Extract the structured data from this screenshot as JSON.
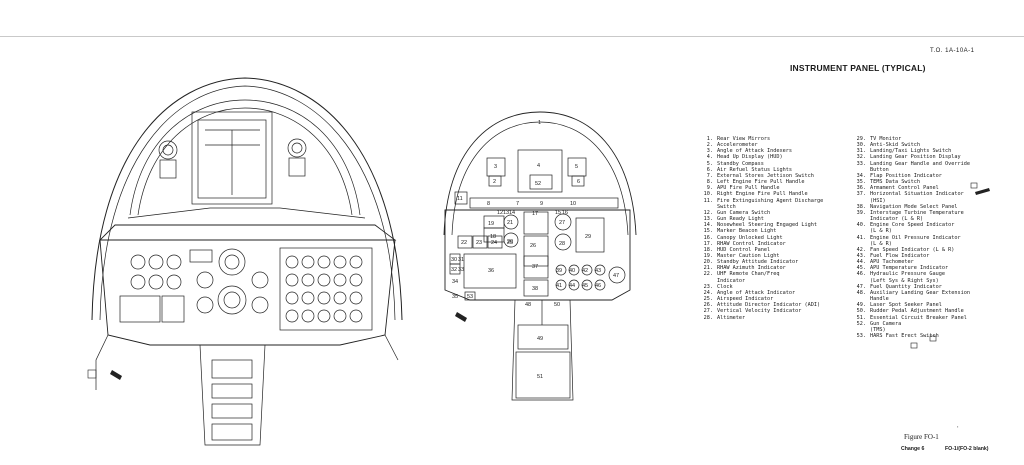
{
  "header": {
    "doc_id": "T.O. 1A-10A-1",
    "title": "INSTRUMENT PANEL (TYPICAL)"
  },
  "figure": {
    "caption": "Figure FO-1",
    "change": "Change 6",
    "page": "FO-1/(FO-2 blank)"
  },
  "legend_col1": [
    {
      "n": "1.",
      "t": "Rear View Mirrors"
    },
    {
      "n": "2.",
      "t": "Accelerometer"
    },
    {
      "n": "3.",
      "t": "Angle of Attack Indexers"
    },
    {
      "n": "4.",
      "t": "Head Up Display (HUD)"
    },
    {
      "n": "5.",
      "t": "Standby Compass"
    },
    {
      "n": "6.",
      "t": "Air Refuel Status Lights"
    },
    {
      "n": "7.",
      "t": "External Stores Jettison Switch"
    },
    {
      "n": "8.",
      "t": "Left Engine Fire Pull Handle"
    },
    {
      "n": "9.",
      "t": "APU Fire Pull Handle"
    },
    {
      "n": "10.",
      "t": "Right Engine Fire Pull Handle"
    },
    {
      "n": "11.",
      "t": "Fire Extinguishing Agent Discharge"
    },
    {
      "n": "",
      "t": "Switch"
    },
    {
      "n": "12.",
      "t": "Gun Camera Switch"
    },
    {
      "n": "13.",
      "t": "Gun Ready Light"
    },
    {
      "n": "14.",
      "t": "Nosewheel Steering Engaged Light"
    },
    {
      "n": "15.",
      "t": "Marker Beacon Light"
    },
    {
      "n": "16.",
      "t": "Canopy Unlocked Light"
    },
    {
      "n": "17.",
      "t": "RHAW Control Indicator"
    },
    {
      "n": "18.",
      "t": "HUD Control Panel"
    },
    {
      "n": "19.",
      "t": "Master Caution Light"
    },
    {
      "n": "20.",
      "t": "Standby Attitude Indicator"
    },
    {
      "n": "21.",
      "t": "RHAW Azimuth Indicator"
    },
    {
      "n": "22.",
      "t": "UHF Remote Chan/Freq"
    },
    {
      "n": "",
      "t": "Indicator"
    },
    {
      "n": "23.",
      "t": "Clock"
    },
    {
      "n": "24.",
      "t": "Angle of Attack Indicator"
    },
    {
      "n": "25.",
      "t": "Airspeed Indicator"
    },
    {
      "n": "26.",
      "t": "Attitude Director Indicator (ADI)"
    },
    {
      "n": "27.",
      "t": "Vertical Velocity Indicator"
    },
    {
      "n": "28.",
      "t": "Altimeter"
    }
  ],
  "legend_col2": [
    {
      "n": "29.",
      "t": "TV Monitor"
    },
    {
      "n": "30.",
      "t": "Anti-Skid Switch"
    },
    {
      "n": "31.",
      "t": "Landing/Taxi Lights Switch"
    },
    {
      "n": "32.",
      "t": "Landing Gear Position Display"
    },
    {
      "n": "33.",
      "t": "Landing Gear Handle and Override"
    },
    {
      "n": "",
      "t": "Button"
    },
    {
      "n": "34.",
      "t": "Flap Position Indicator"
    },
    {
      "n": "35.",
      "t": "TEMS Data Switch"
    },
    {
      "n": "36.",
      "t": "Armament Control Panel"
    },
    {
      "n": "37.",
      "t": "Horizontal Situation Indicator"
    },
    {
      "n": "",
      "t": "(HSI)"
    },
    {
      "n": "38.",
      "t": "Navigation Mode Select Panel"
    },
    {
      "n": "39.",
      "t": "Interstage Turbine Temperature"
    },
    {
      "n": "",
      "t": "Indicator (L & R)"
    },
    {
      "n": "40.",
      "t": "Engine Core Speed Indicator"
    },
    {
      "n": "",
      "t": "(L & R)"
    },
    {
      "n": "41.",
      "t": "Engine Oil Pressure Indicator"
    },
    {
      "n": "",
      "t": "(L & R)"
    },
    {
      "n": "42.",
      "t": "Fan Speed Indicator (L & R)"
    },
    {
      "n": "43.",
      "t": "Fuel Flow Indicator"
    },
    {
      "n": "44.",
      "t": "APU Tachometer"
    },
    {
      "n": "45.",
      "t": "APU Temperature Indicator"
    },
    {
      "n": "46.",
      "t": "Hydraulic Pressure Gauge"
    },
    {
      "n": "",
      "t": "(Left Sys & Right Sys)"
    },
    {
      "n": "47.",
      "t": "Fuel Quantity Indicator"
    },
    {
      "n": "48.",
      "t": "Auxiliary Landing Gear Extension"
    },
    {
      "n": "",
      "t": "Handle"
    },
    {
      "n": "49.",
      "t": "Laser Spot Seeker Panel"
    },
    {
      "n": "50.",
      "t": "Rudder Pedal Adjustment Handle"
    },
    {
      "n": "51.",
      "t": "Essential Circuit Breaker Panel"
    },
    {
      "n": "52.",
      "t": "Gun Camera"
    },
    {
      "n": "",
      "t": "(TMS)"
    },
    {
      "n": "53.",
      "t": "HARS Fast Erect Switch"
    }
  ],
  "callouts": [
    "1",
    "2",
    "3",
    "4",
    "5",
    "6",
    "7",
    "8",
    "9",
    "10",
    "11",
    "12",
    "13",
    "14",
    "15",
    "16",
    "17",
    "18",
    "19",
    "20",
    "21",
    "22",
    "23",
    "24",
    "25",
    "26",
    "27",
    "28",
    "29",
    "30",
    "31",
    "32",
    "33",
    "34",
    "35",
    "36",
    "37",
    "38",
    "39",
    "40",
    "41",
    "42",
    "43",
    "44",
    "45",
    "46",
    "47",
    "48",
    "49",
    "50",
    "51",
    "52",
    "53"
  ]
}
